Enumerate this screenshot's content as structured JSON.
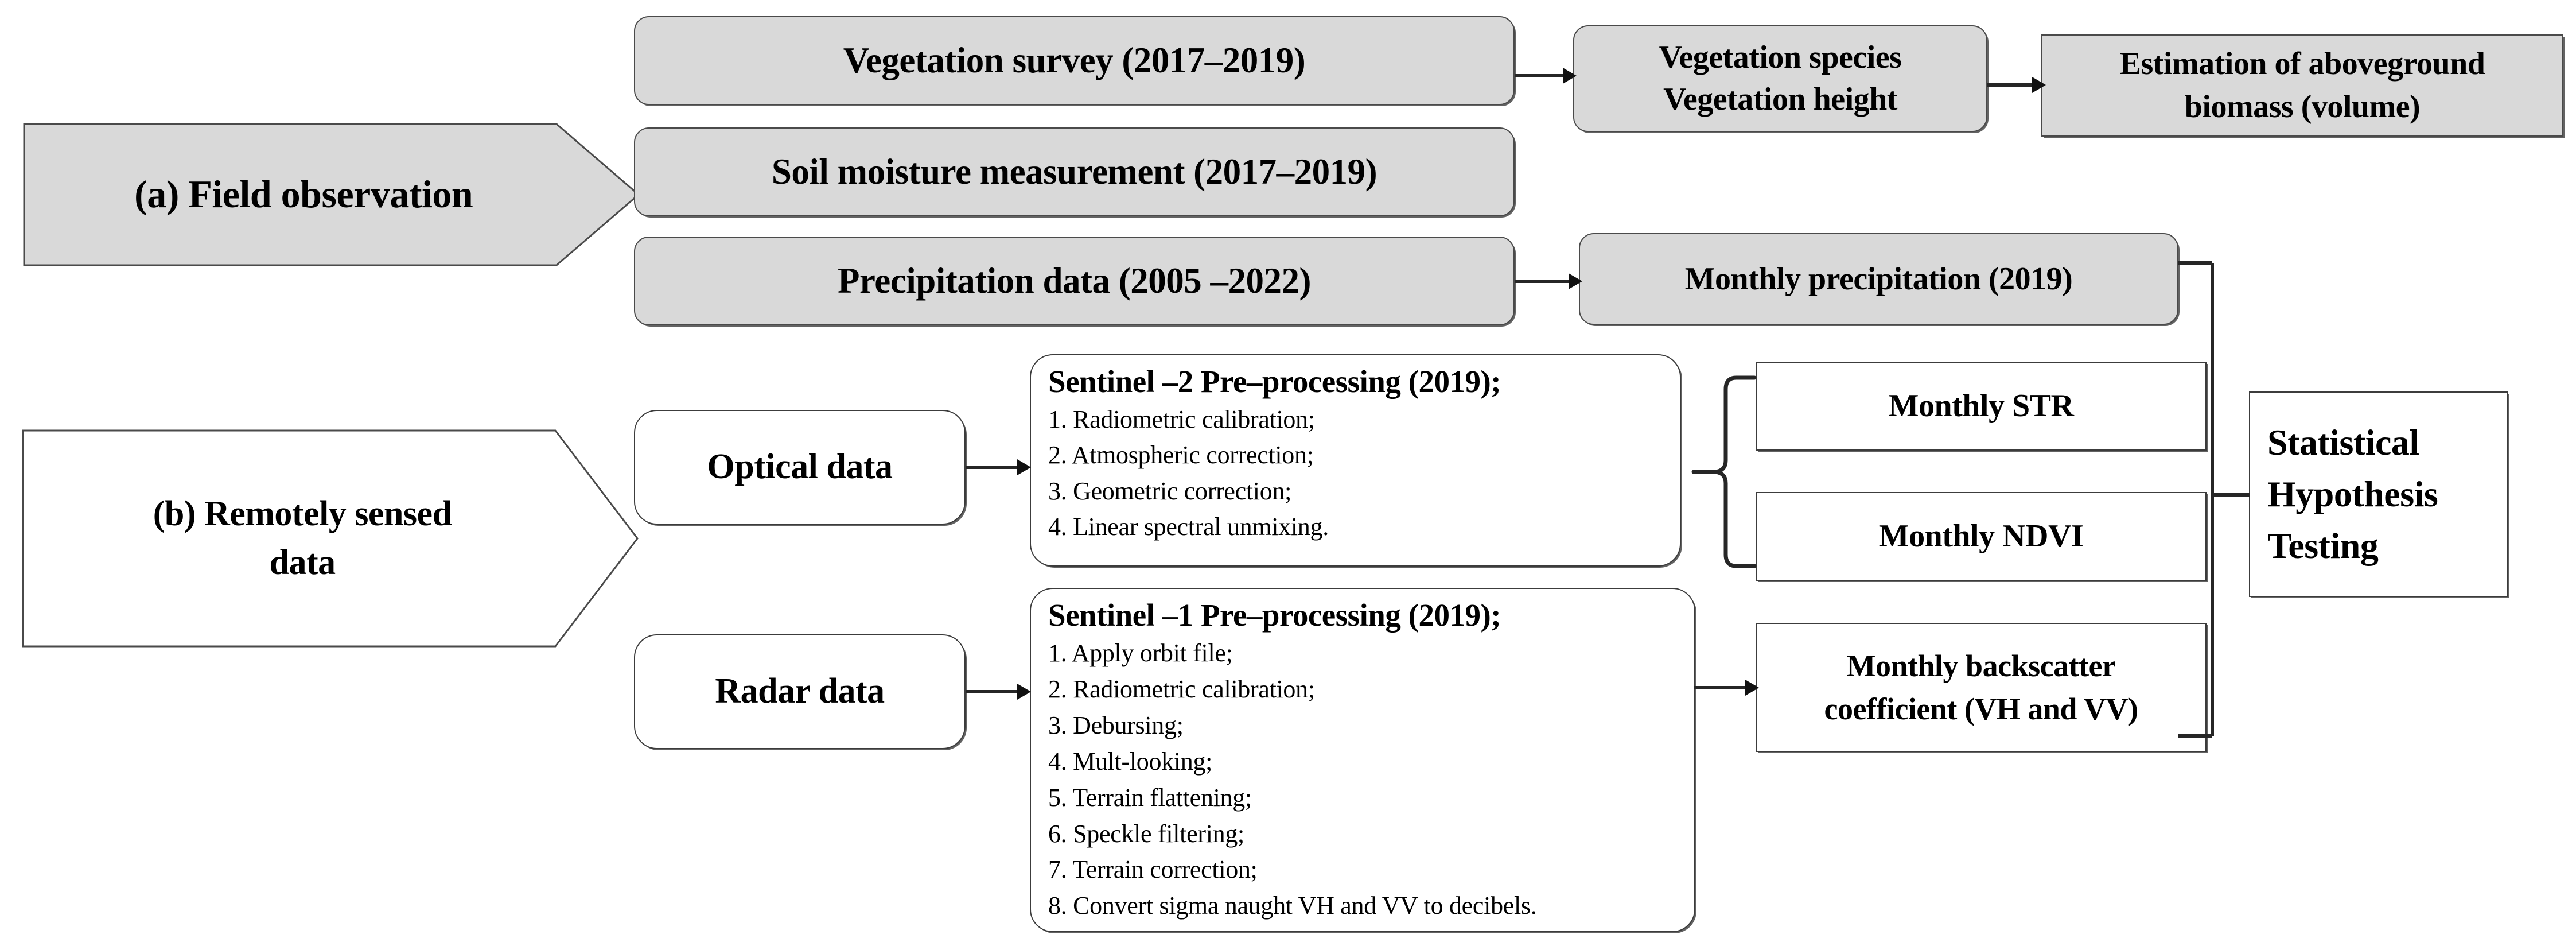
{
  "figure": {
    "type": "flowchart",
    "description": "Methodology workflow combining field observation and remotely sensed data"
  },
  "sections": {
    "a": {
      "label": "(a) Field observation"
    },
    "b": {
      "label_line1": "(b) Remotely sensed",
      "label_line2": "data"
    }
  },
  "field_observation": {
    "vegetation_survey": "Vegetation survey (2017–2019)",
    "soil_moisture": "Soil moisture measurement (2017–2019)",
    "precipitation": "Precipitation data (2005 –2022)",
    "vegetation_outputs_line1": "Vegetation species",
    "vegetation_outputs_line2": "Vegetation height",
    "biomass_line1": "Estimation of aboveground",
    "biomass_line2": "biomass (volume)",
    "monthly_precipitation": "Monthly precipitation (2019)"
  },
  "remote_sensing": {
    "optical_data": "Optical data",
    "radar_data": "Radar data",
    "sentinel2": {
      "title": "Sentinel –2 Pre–processing (2019);",
      "steps": [
        "1. Radiometric calibration;",
        "2. Atmospheric correction;",
        "3. Geometric correction;",
        "4. Linear spectral unmixing."
      ]
    },
    "sentinel1": {
      "title": "Sentinel –1 Pre–processing (2019);",
      "steps": [
        "1. Apply  orbit file;",
        "2. Radiometric calibration;",
        "3. Debursing;",
        "4. Mult-looking;",
        "5. Terrain  flattening;",
        "6. Speckle  filtering;",
        "7. Terrain correction;",
        "8. Convert sigma naught VH and VV to decibels."
      ]
    },
    "monthly_str": "Monthly STR",
    "monthly_ndvi": "Monthly NDVI",
    "backscatter_line1": "Monthly backscatter",
    "backscatter_line2": "coefficient (VH and VV)"
  },
  "analysis": {
    "statistical_line1": "Statistical",
    "statistical_line2": "Hypothesis",
    "statistical_line3": "Testing"
  },
  "colors": {
    "box_fill_gray": "#d9d9d9",
    "box_fill_white": "#ffffff",
    "border": "#3c3c3c",
    "text": "#000000",
    "connector": "#262626"
  }
}
